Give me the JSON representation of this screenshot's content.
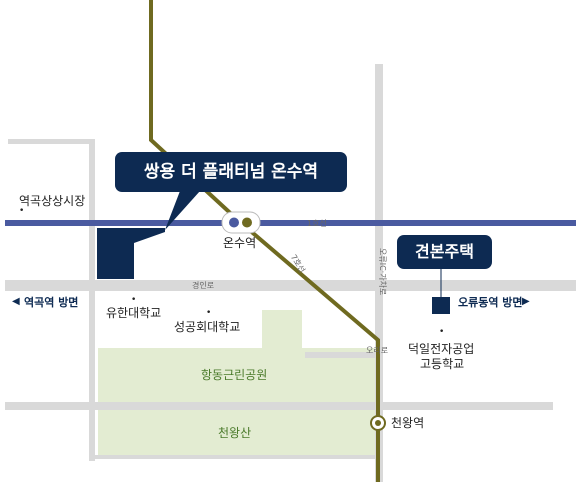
{
  "colors": {
    "road": "#d9d9d9",
    "park": "#e3ecd2",
    "line1": "#4a5aa0",
    "gyeongui_line": "#6f6a20",
    "callout": "#0d2a52",
    "building": "#0d2a52"
  },
  "callouts": {
    "main": "쌍용 더 플래티넘 온수역",
    "secondary": "견본주택"
  },
  "stations": {
    "onsu": "온수역",
    "cheonwang": "천왕역"
  },
  "places": {
    "market": "역곡상상시장",
    "yuhan": "유한대학교",
    "sunggonghoe": "성공회대학교",
    "park": "항동근린공원",
    "mountain": "천왕산",
    "deogil_line1": "덕일전자공업",
    "deogil_line2": "고등학교"
  },
  "directions": {
    "west": "역곡역 방면",
    "east": "오류동역 방면"
  },
  "roads": {
    "line1": "1호선",
    "line7": "7호선",
    "gyeongin": "경인로",
    "oryu_gate": "오류IC·가차로",
    "oryu_ro": "오리로"
  },
  "icons": {
    "left_arrow": "◀",
    "right_arrow": "▶",
    "dot": "•"
  }
}
